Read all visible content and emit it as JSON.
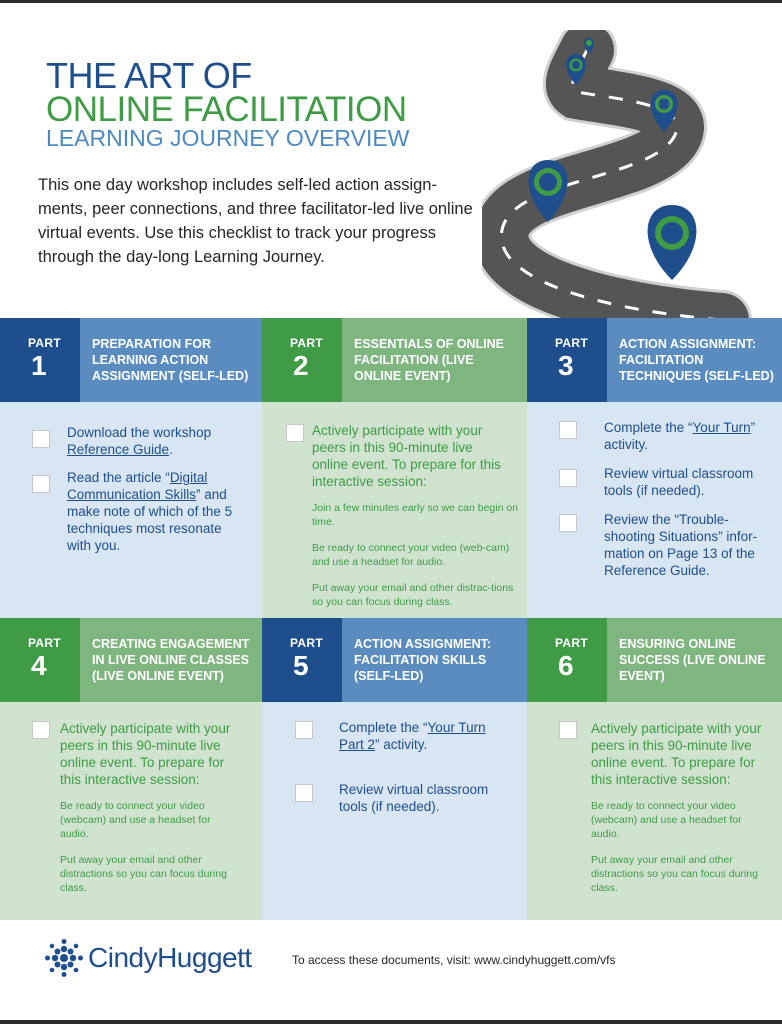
{
  "header": {
    "title_line1": "THE ART OF",
    "title_line2": "ONLINE FACILITATION",
    "title_line3": "LEARNING JOURNEY OVERVIEW",
    "intro": "This one day workshop includes self-led action assign-ments, peer connections, and three facilitator-led live online virtual events. Use this checklist to track your progress through the day-long Learning Journey."
  },
  "colors": {
    "navy": "#1f4e8c",
    "blue": "#5a8cbf",
    "green": "#3f9b45",
    "light_green": "#7fb57f",
    "pale_blue": "#d7e6f2",
    "pale_green": "#cfe3cf"
  },
  "parts": [
    {
      "label": "PART",
      "number": "1",
      "title": "PREPARATION FOR LEARNING ACTION ASSIGNMENT (SELF-LED)",
      "items": [
        {
          "pre": "Download the workshop ",
          "link": "Reference Guide",
          "post": "."
        },
        {
          "pre": "Read the article “",
          "link": "Digital Communication Skills",
          "post": "” and make note of which of the 5 techniques most resonate with you."
        }
      ]
    },
    {
      "label": "PART",
      "number": "2",
      "title": "ESSENTIALS OF ONLINE FACILITATION (LIVE ONLINE EVENT)",
      "items": [
        {
          "text": "Actively participate with your peers in this 90-minute live online event. To prepare for this interactive session:"
        }
      ],
      "notes": [
        "Join a few minutes early so we can begin on time.",
        "Be ready to connect your video (web-cam) and use a headset for audio.",
        "Put away your email and other distrac-tions so you can focus during class."
      ]
    },
    {
      "label": "PART",
      "number": "3",
      "title": "ACTION ASSIGNMENT: FACILITATION TECHNIQUES (SELF-LED)",
      "items": [
        {
          "pre": "Complete the “",
          "link": "Your Turn",
          "post": "” activity."
        },
        {
          "text": "Review virtual classroom tools (if needed)."
        },
        {
          "text": "Review the “Trouble-shooting Situations” infor-mation on Page 13 of the Reference Guide."
        }
      ]
    },
    {
      "label": "PART",
      "number": "4",
      "title": "CREATING ENGAGEMENT IN LIVE ONLINE CLASSES (LIVE ONLINE EVENT)",
      "items": [
        {
          "text": "Actively participate with your peers in this 90-minute live online event. To prepare for this interactive session:"
        }
      ],
      "notes": [
        "Be ready to connect your video (webcam) and use a headset for audio.",
        "Put away your email and other distractions so you can focus during class."
      ]
    },
    {
      "label": "PART",
      "number": "5",
      "title": "ACTION ASSIGNMENT: FACILITATION SKILLS (SELF-LED)",
      "items": [
        {
          "pre": "Complete the “",
          "link": "Your Turn Part 2",
          "post": "” activity."
        },
        {
          "text": "Review virtual classroom tools (if needed)."
        }
      ]
    },
    {
      "label": "PART",
      "number": "6",
      "title": "ENSURING ONLINE SUCCESS (LIVE ONLINE EVENT)",
      "items": [
        {
          "text": "Actively participate with your peers in this 90-minute live online event. To prepare for this interactive session:"
        }
      ],
      "notes": [
        "Be ready to connect your video (webcam) and use a headset for audio.",
        "Put away your email and other distractions so you can focus during class."
      ]
    }
  ],
  "footer": {
    "logo_text": "CindyHuggett",
    "logo_icon": "flower-logo-icon",
    "access_text": "To access these documents, visit: www.cindyhuggett.com/vfs"
  }
}
